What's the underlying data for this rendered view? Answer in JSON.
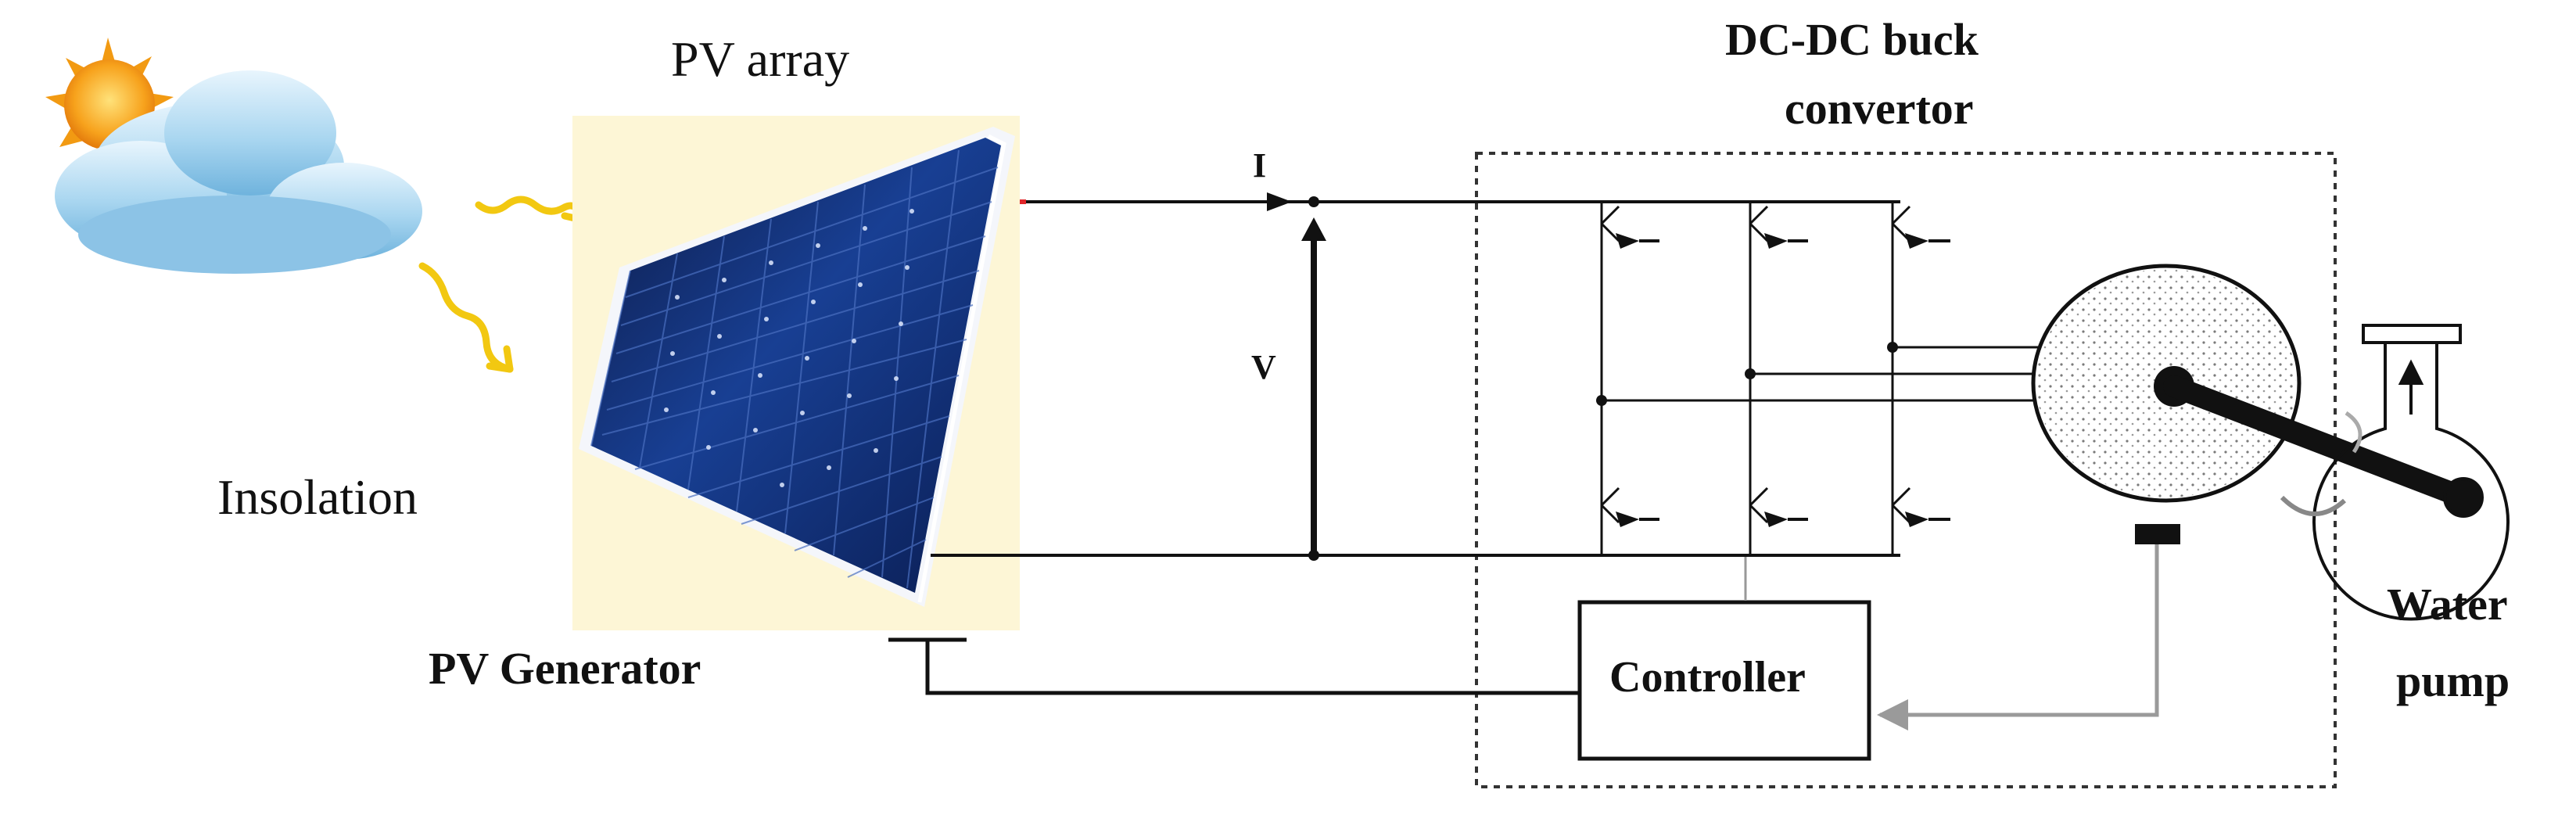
{
  "labels": {
    "pv_array": "PV array",
    "dcdc_line1": "DC-DC buck",
    "dcdc_line2": "convertor",
    "insolation": "Insolation",
    "pv_generator": "PV Generator",
    "current": "I",
    "voltage": "V",
    "controller": "Controller",
    "pump_line1": "Water",
    "pump_line2": "pump"
  },
  "icons": [
    "sun-icon",
    "cloud-icon",
    "sun-ray-icon",
    "solar-panel-icon",
    "motor-icon",
    "water-pump-icon",
    "switch-icon",
    "sensor-icon"
  ],
  "colors": {
    "wire": "#111111",
    "feedback_wire": "#9a9a9a",
    "panel_cell": "#1b3f8c",
    "panel_background": "#fdf6d6",
    "sun": "#f4a623",
    "cloud": "#9fcdea",
    "ray": "#f2c811",
    "positive_lead": "#e0262a"
  }
}
